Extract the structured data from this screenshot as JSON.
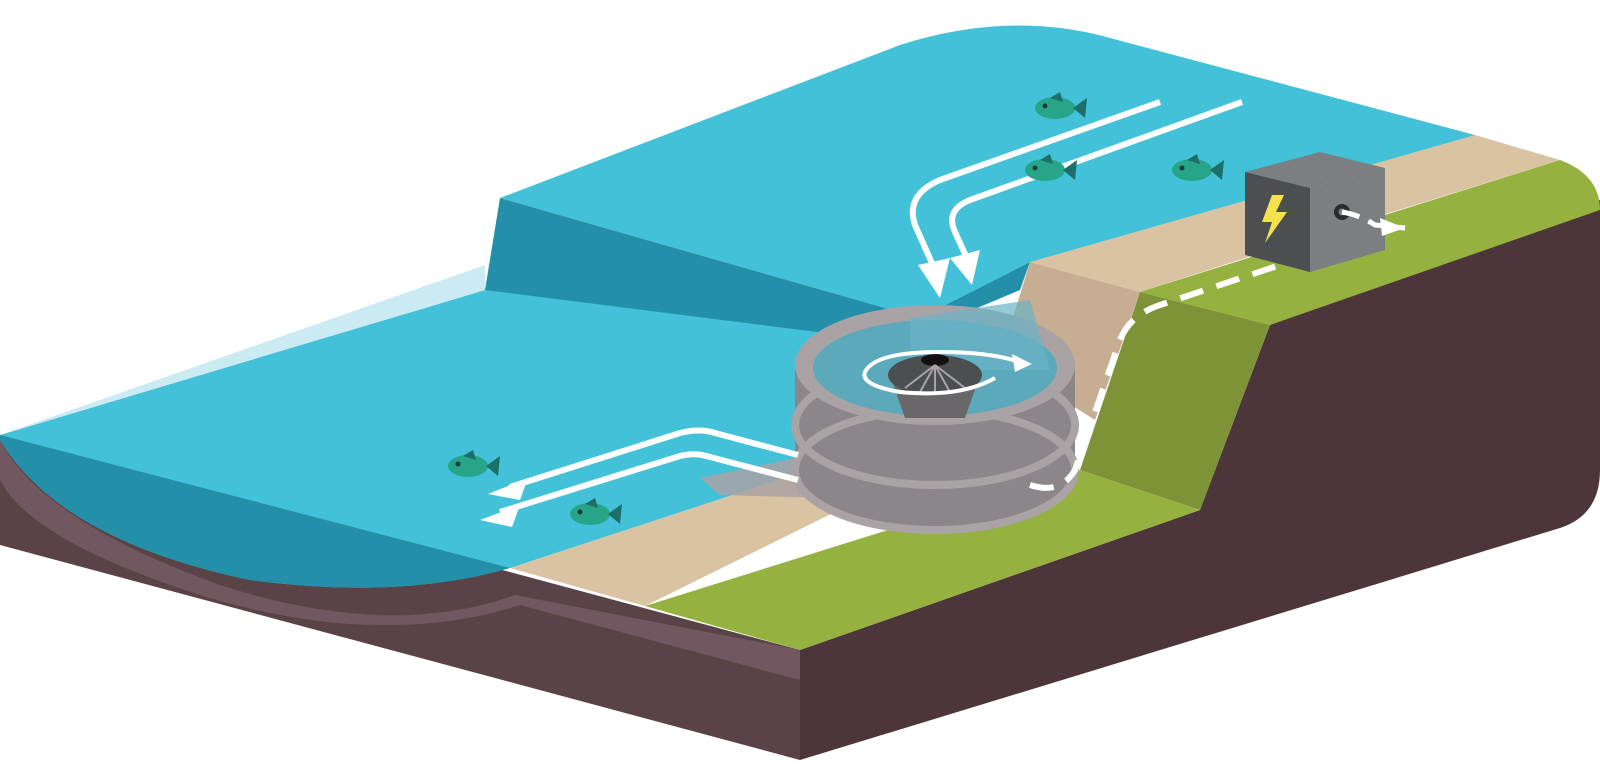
{
  "diagram": {
    "kind": "hydropower-vortex-turbine-illustration",
    "icons": [
      "fish-icon",
      "lightning-icon",
      "turbine-icon",
      "power-house-icon"
    ],
    "flows": [
      "inflow-arrows",
      "outflow-arrows",
      "swirl-arrow",
      "power-cable"
    ]
  },
  "colors": {
    "water_light": "#42C1D9",
    "water_dark": "#248FA8",
    "water_pale": "#CBEBF3",
    "sand": "#D9C3A3",
    "sand_dark": "#C7AD92",
    "grass": "#95B140",
    "grass_dark": "#7E9337",
    "soil": "#4C3639",
    "soil_light": "#5A4346",
    "soil_mauve": "#715860",
    "turbine_grey": "#8A8689",
    "turbine_rim": "#A9A3A5",
    "box_dark": "#4B4F52",
    "box_light": "#7B7F82",
    "bolt_yellow": "#F4E24C",
    "fish_green": "#27A589",
    "fish_teal": "#1E6E6A",
    "arrow_white": "#FFFFFF"
  }
}
